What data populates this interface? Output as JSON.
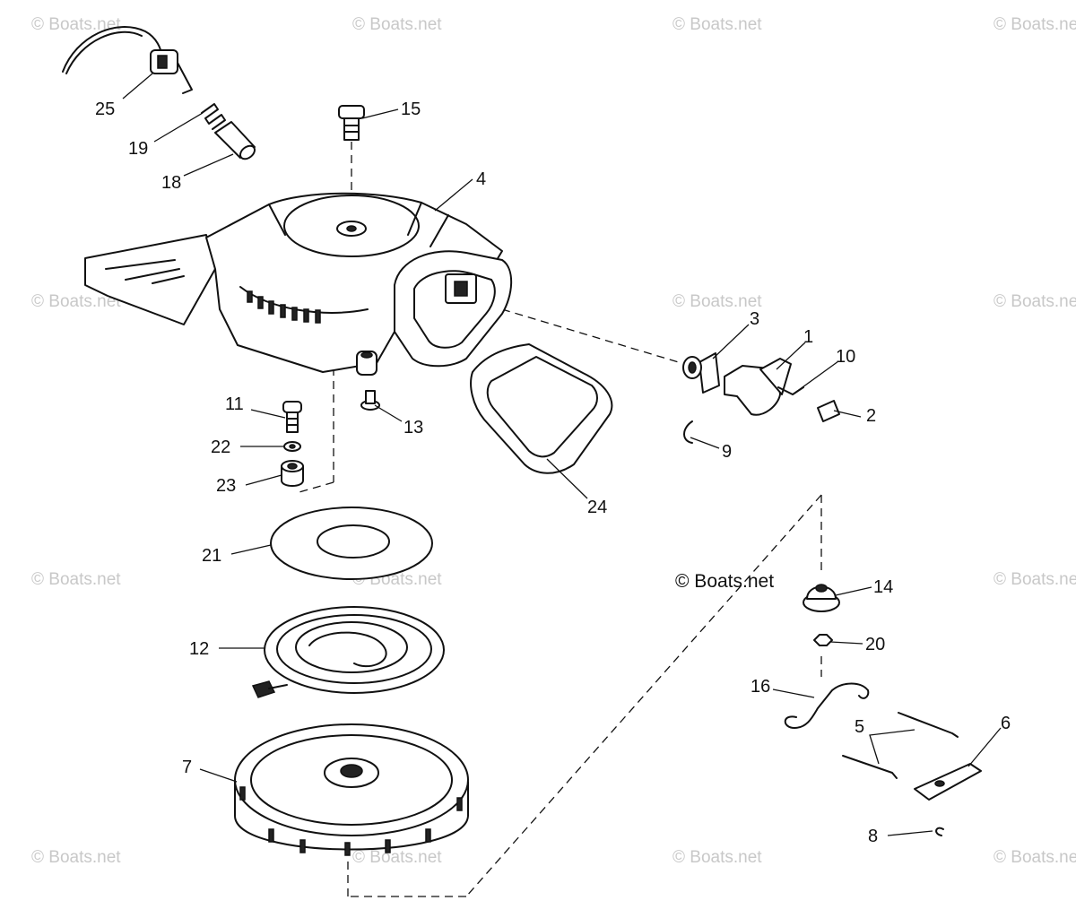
{
  "watermark": "© Boats.net",
  "center_credit": "© Boats.net",
  "callouts": {
    "p1": "1",
    "p2": "2",
    "p3": "3",
    "p4": "4",
    "p5": "5",
    "p6": "6",
    "p7": "7",
    "p8": "8",
    "p9": "9",
    "p10": "10",
    "p11": "11",
    "p12": "12",
    "p13": "13",
    "p14": "14",
    "p15": "15",
    "p16": "16",
    "p18": "18",
    "p19": "19",
    "p20": "20",
    "p21": "21",
    "p22": "22",
    "p23": "23",
    "p24": "24",
    "p25": "25"
  }
}
